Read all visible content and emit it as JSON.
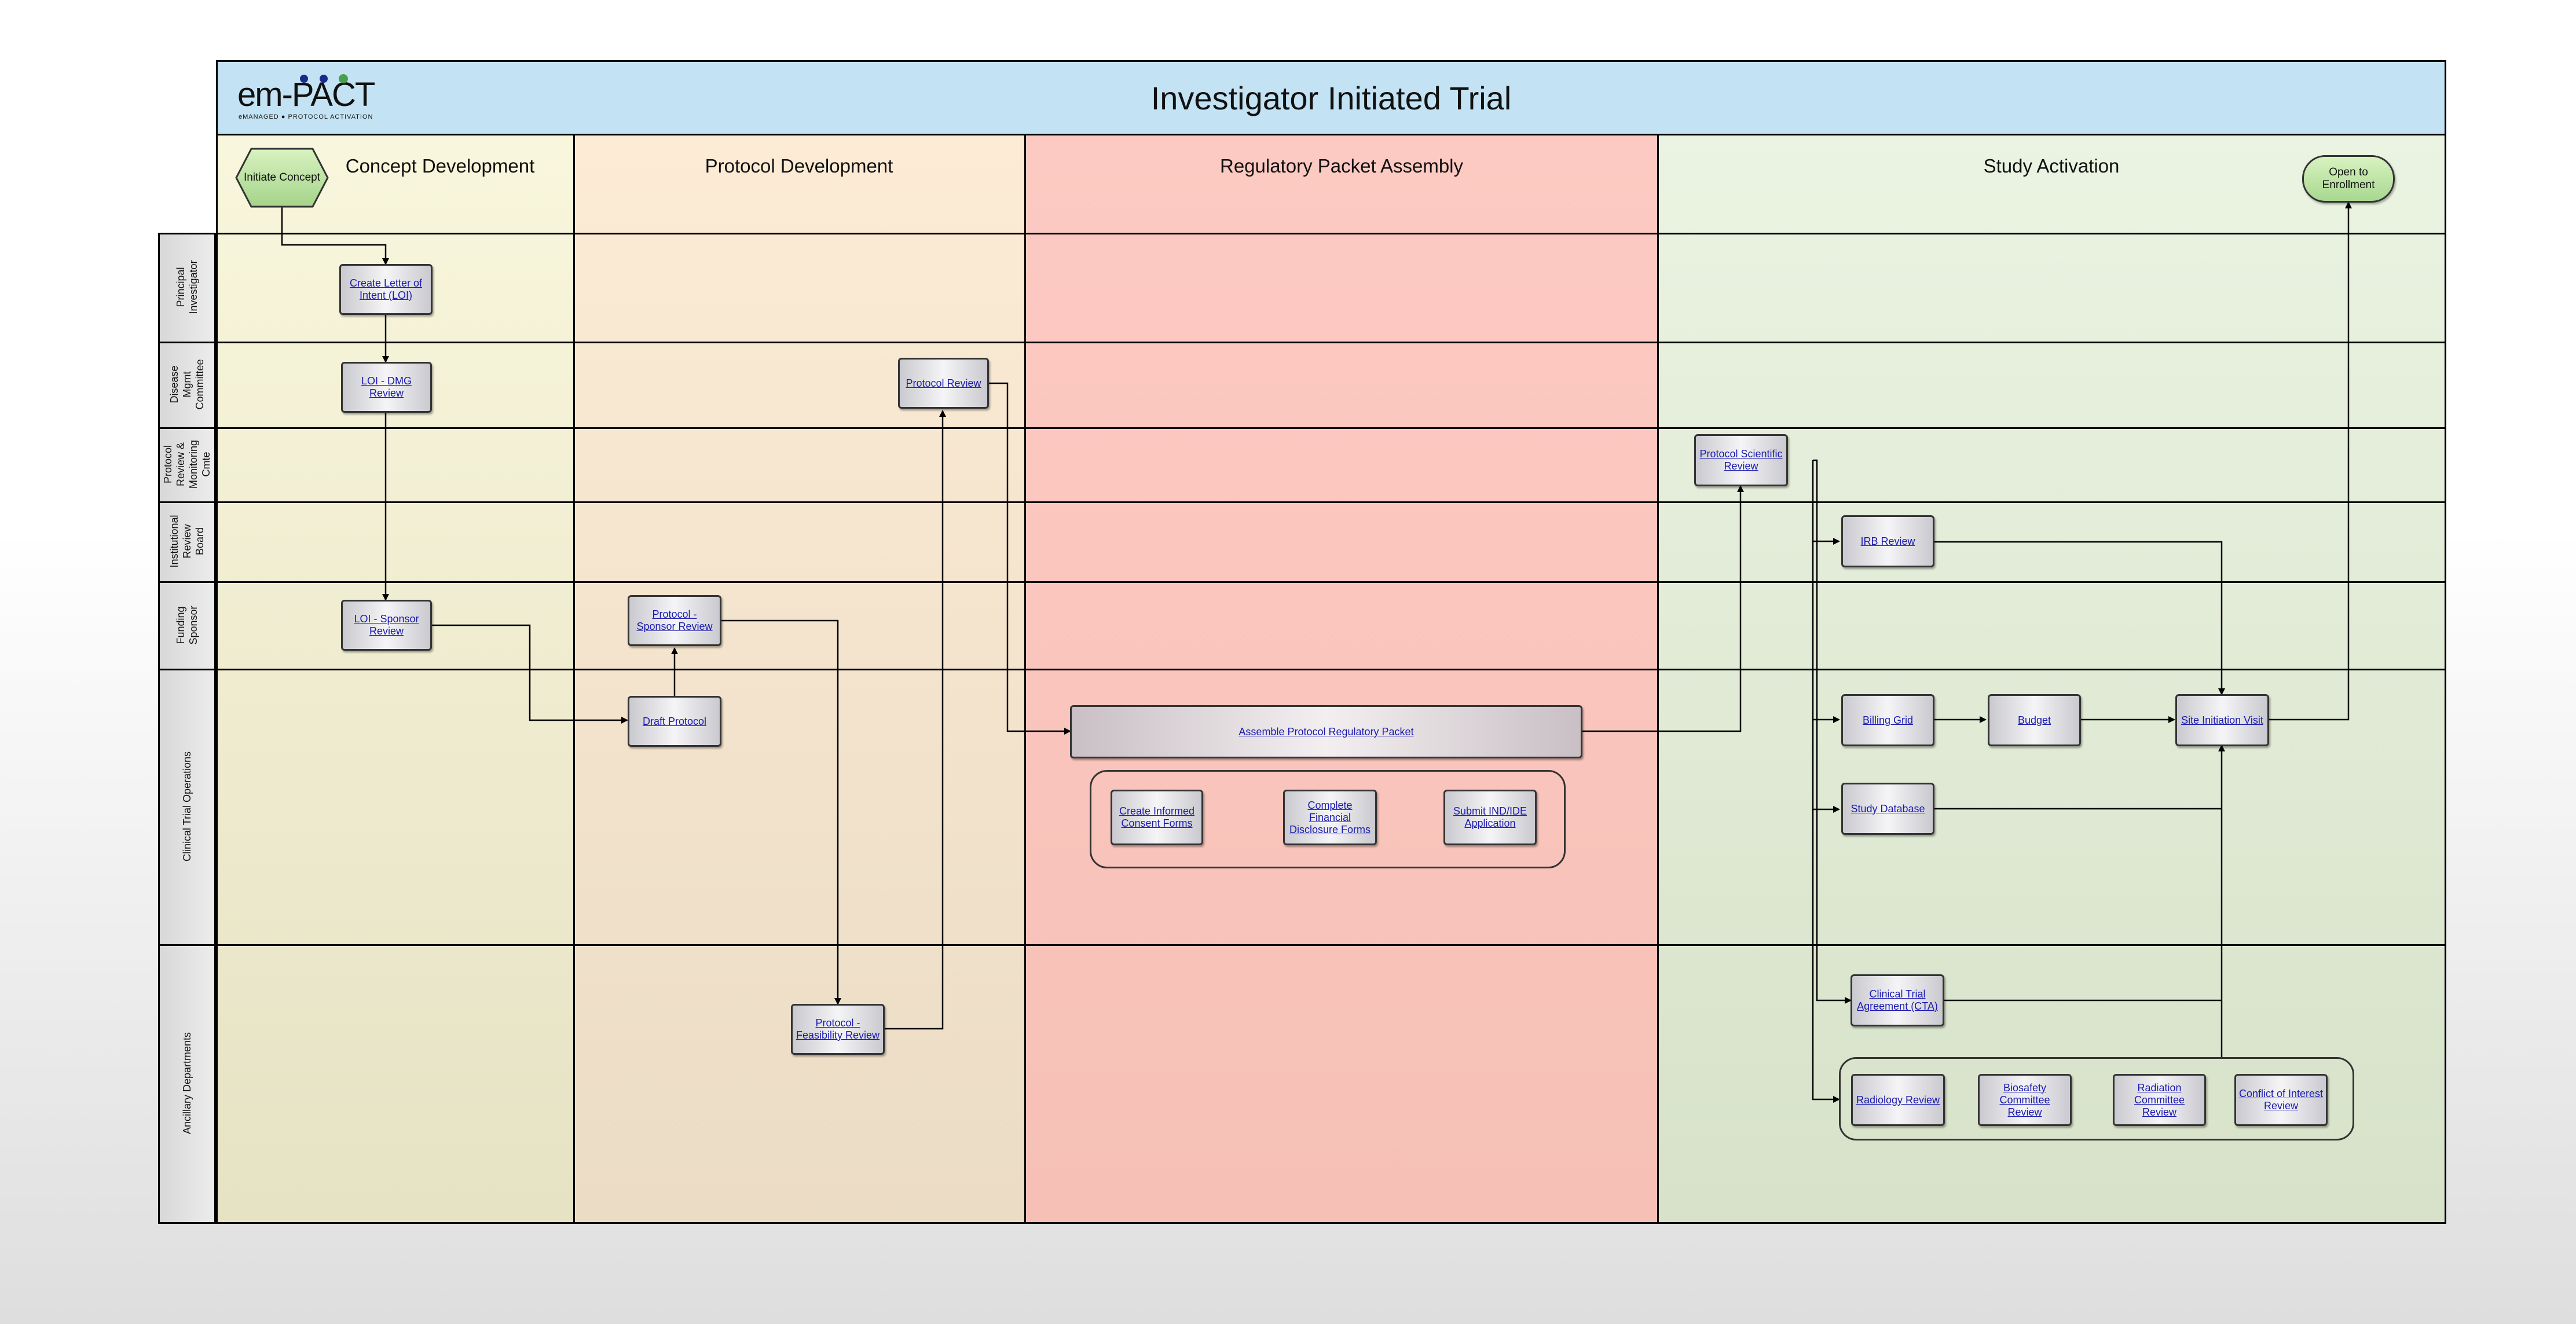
{
  "title": "Investigator Initiated Trial",
  "logo": {
    "main": "em-PACT",
    "sub": "eMANAGED ● PROTOCOL ACTIVATION"
  },
  "phases": [
    {
      "id": "concept",
      "title": "Concept Development",
      "color": "#f7f5dc"
    },
    {
      "id": "protocol",
      "title": "Protocol Development",
      "color": "#fbead6"
    },
    {
      "id": "regulatory",
      "title": "Regulatory Packet Assembly",
      "color": "#fdc8c2"
    },
    {
      "id": "activation",
      "title": "Study Activation",
      "color": "#e7f0df"
    }
  ],
  "lanes": [
    {
      "id": "pi",
      "label": "Principal Investigator"
    },
    {
      "id": "dmc",
      "label": "Disease Mgmt Committee"
    },
    {
      "id": "prmc",
      "label": "Protocol Review & Monitoring Cmte"
    },
    {
      "id": "irb",
      "label": "Institutional Review Board"
    },
    {
      "id": "sponsor",
      "label": "Funding Sponsor"
    },
    {
      "id": "cto",
      "label": "Clinical Trial Operations"
    },
    {
      "id": "ancillary",
      "label": "Ancillary Departments"
    }
  ],
  "start": "Initiate Concept",
  "end": "Open to Enrollment",
  "steps": {
    "loi": "Create Letter of Intent (LOI)",
    "loi_dmg": "LOI - DMG Review",
    "loi_sponsor": "LOI - Sponsor Review",
    "protocol_review": "Protocol Review",
    "protocol_sponsor": "Protocol - Sponsor Review",
    "draft_protocol": "Draft Protocol",
    "feasibility": "Protocol - Feasibility Review",
    "assemble": "Assemble Protocol Regulatory Packet",
    "consent": "Create Informed Consent Forms",
    "financial": "Complete Financial Disclosure Forms",
    "ind": "Submit IND/IDE Application",
    "scientific": "Protocol Scientific Review",
    "irb_review": "IRB Review",
    "billing": "Billing Grid",
    "budget": "Budget",
    "siv": "Site Initiation Visit",
    "database": "Study Database",
    "cta": "Clinical Trial Agreement (CTA)",
    "radiology": "Radiology Review",
    "biosafety": "Biosafety Committee Review",
    "radiation": "Radiation Committee Review",
    "coi": "Conflict of Interest Review"
  }
}
